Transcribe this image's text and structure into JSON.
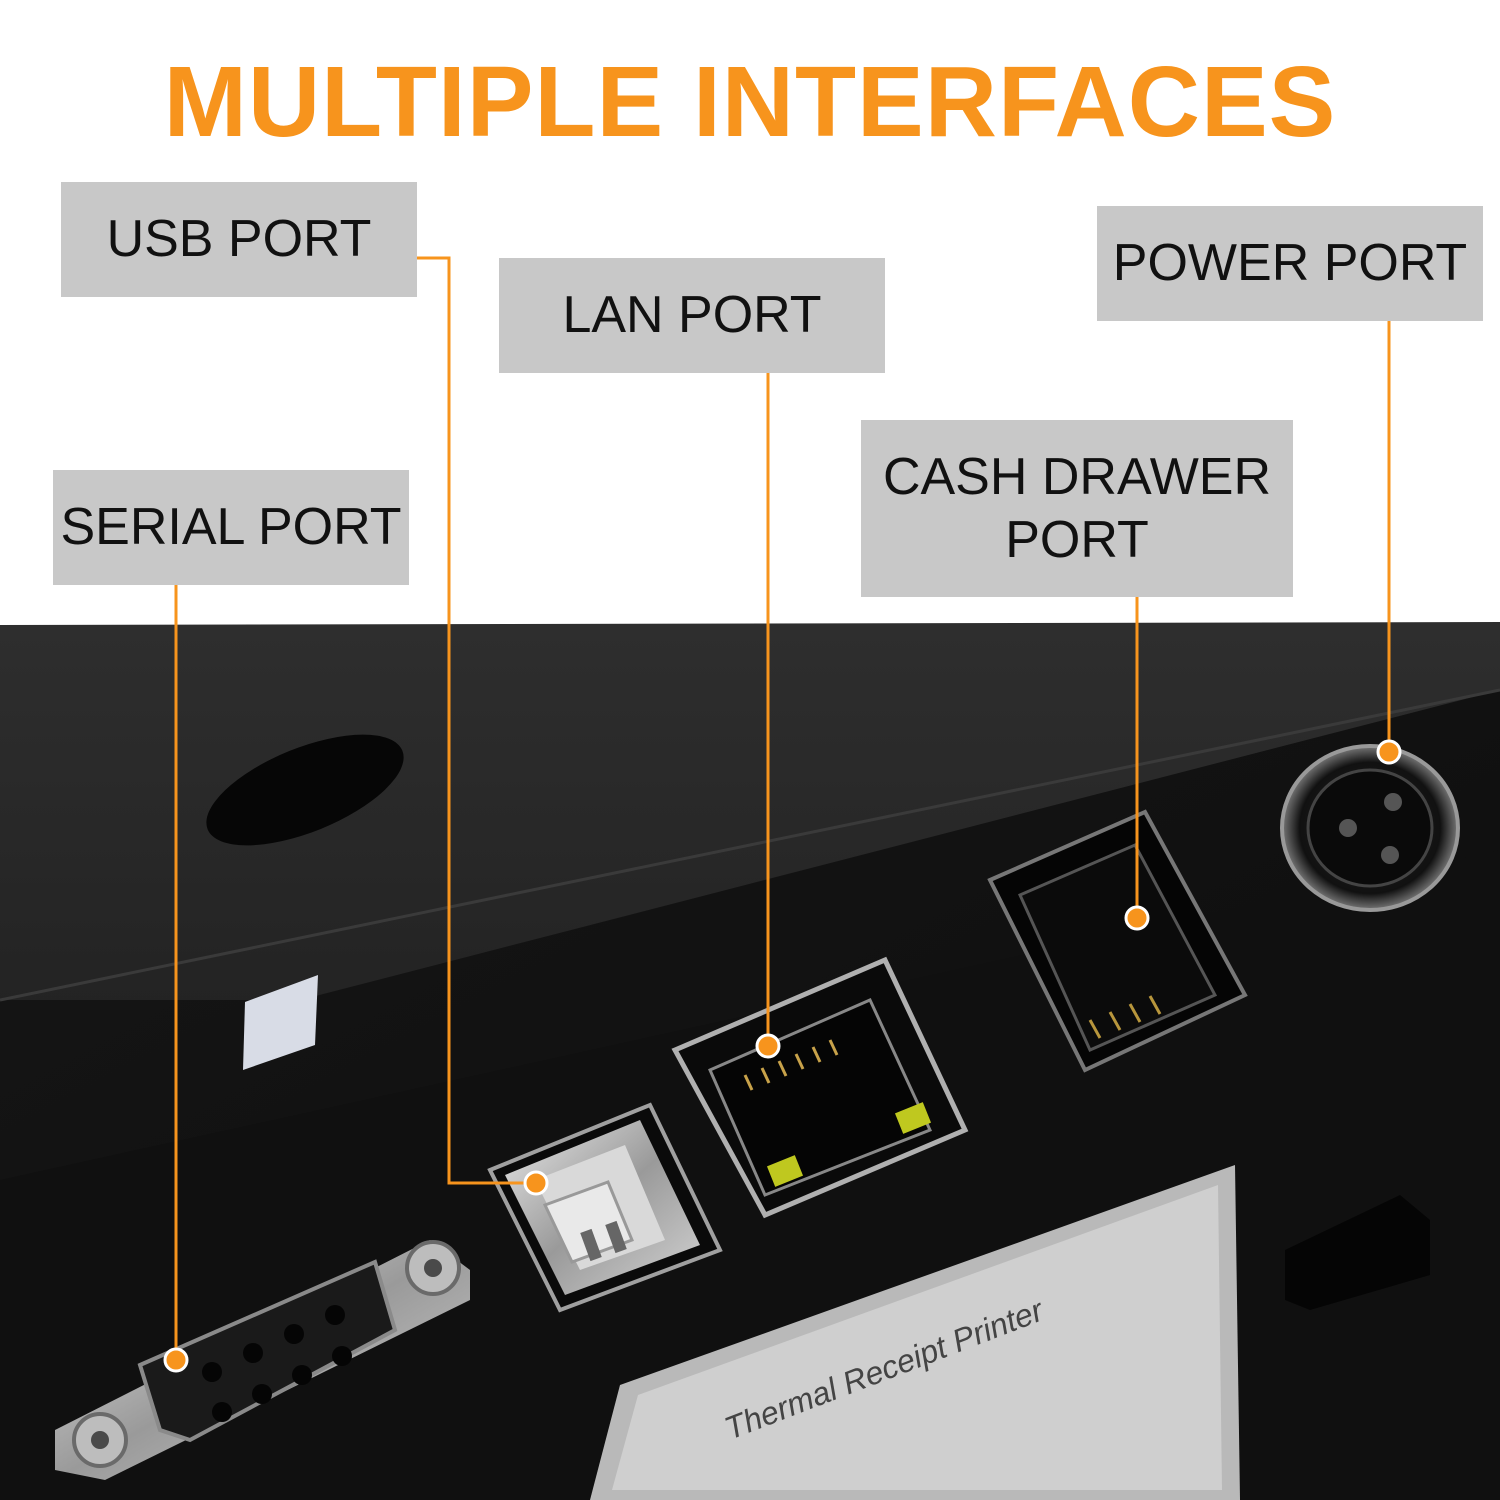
{
  "title": "MULTIPLE INTERFACES",
  "labels": {
    "usb": "USB PORT",
    "lan": "LAN PORT",
    "power": "POWER PORT",
    "cash_drawer_line1": "CASH DRAWER",
    "cash_drawer_line2": "PORT",
    "serial": "SERIAL PORT"
  },
  "printer_label_text": "Thermal Receipt Printer",
  "colors": {
    "title": "#f7941d",
    "leader_line": "#f7941d",
    "label_bg": "#c8c8c8",
    "label_text": "#111111",
    "printer_body": "#1a1a1a"
  }
}
